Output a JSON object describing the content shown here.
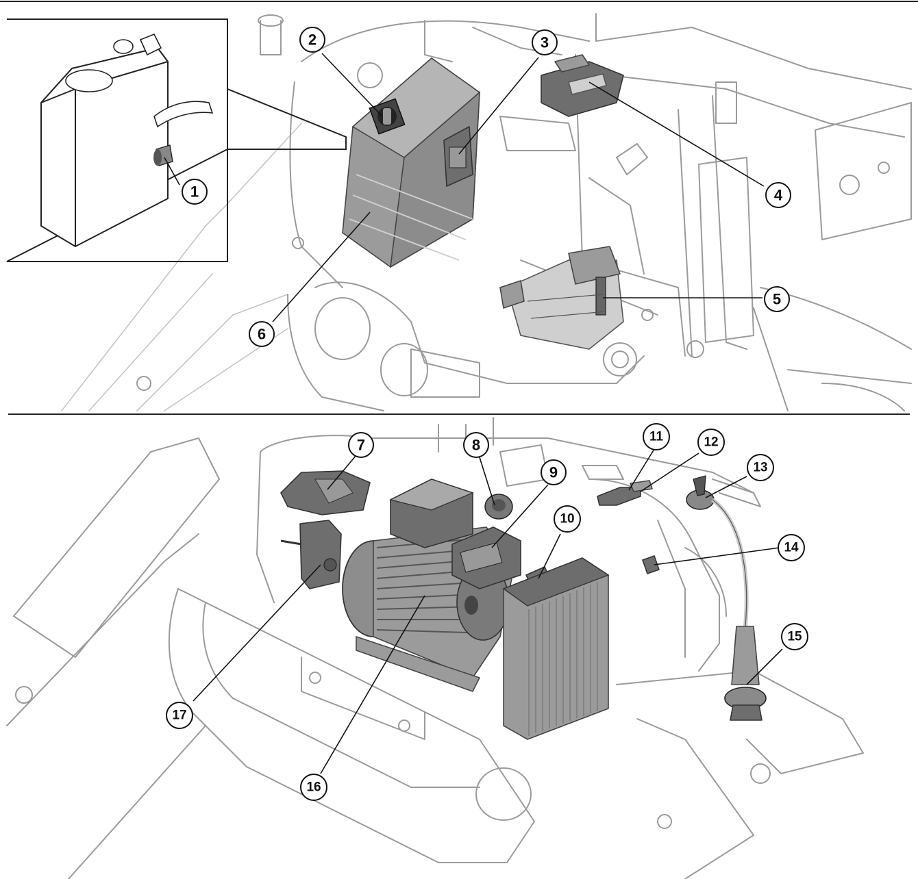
{
  "callouts": [
    {
      "n": "1"
    },
    {
      "n": "2"
    },
    {
      "n": "3"
    },
    {
      "n": "4"
    },
    {
      "n": "5"
    },
    {
      "n": "6"
    },
    {
      "n": "7"
    },
    {
      "n": "8"
    },
    {
      "n": "9"
    },
    {
      "n": "10"
    },
    {
      "n": "11"
    },
    {
      "n": "12"
    },
    {
      "n": "13"
    },
    {
      "n": "14"
    },
    {
      "n": "15"
    },
    {
      "n": "16"
    },
    {
      "n": "17"
    }
  ],
  "colors": {
    "line": "#111111",
    "outline": "#9a9a9a",
    "part_dark": "#6e6e6e",
    "part_mid": "#9b9b9b",
    "part_light": "#cfcfcf"
  }
}
